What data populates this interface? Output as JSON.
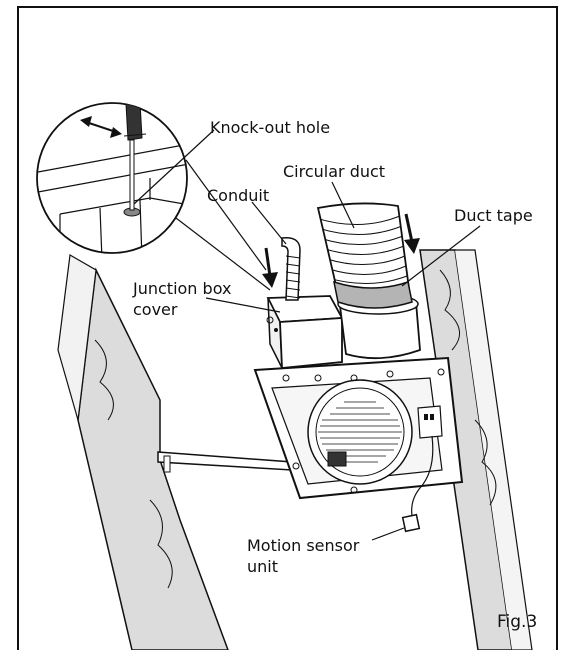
{
  "labels": {
    "knockout": "Knock-out hole",
    "circular_duct": "Circular duct",
    "conduit": "Conduit",
    "duct_tape": "Duct tape",
    "junction_line1": "Junction box",
    "junction_line2": "cover",
    "motion_line1": "Motion sensor",
    "motion_line2": "unit"
  },
  "figure_number": "Fig.3",
  "colors": {
    "line": "#111111",
    "tape": "#b4b4b4",
    "ceiling": "#dcdcdc"
  }
}
